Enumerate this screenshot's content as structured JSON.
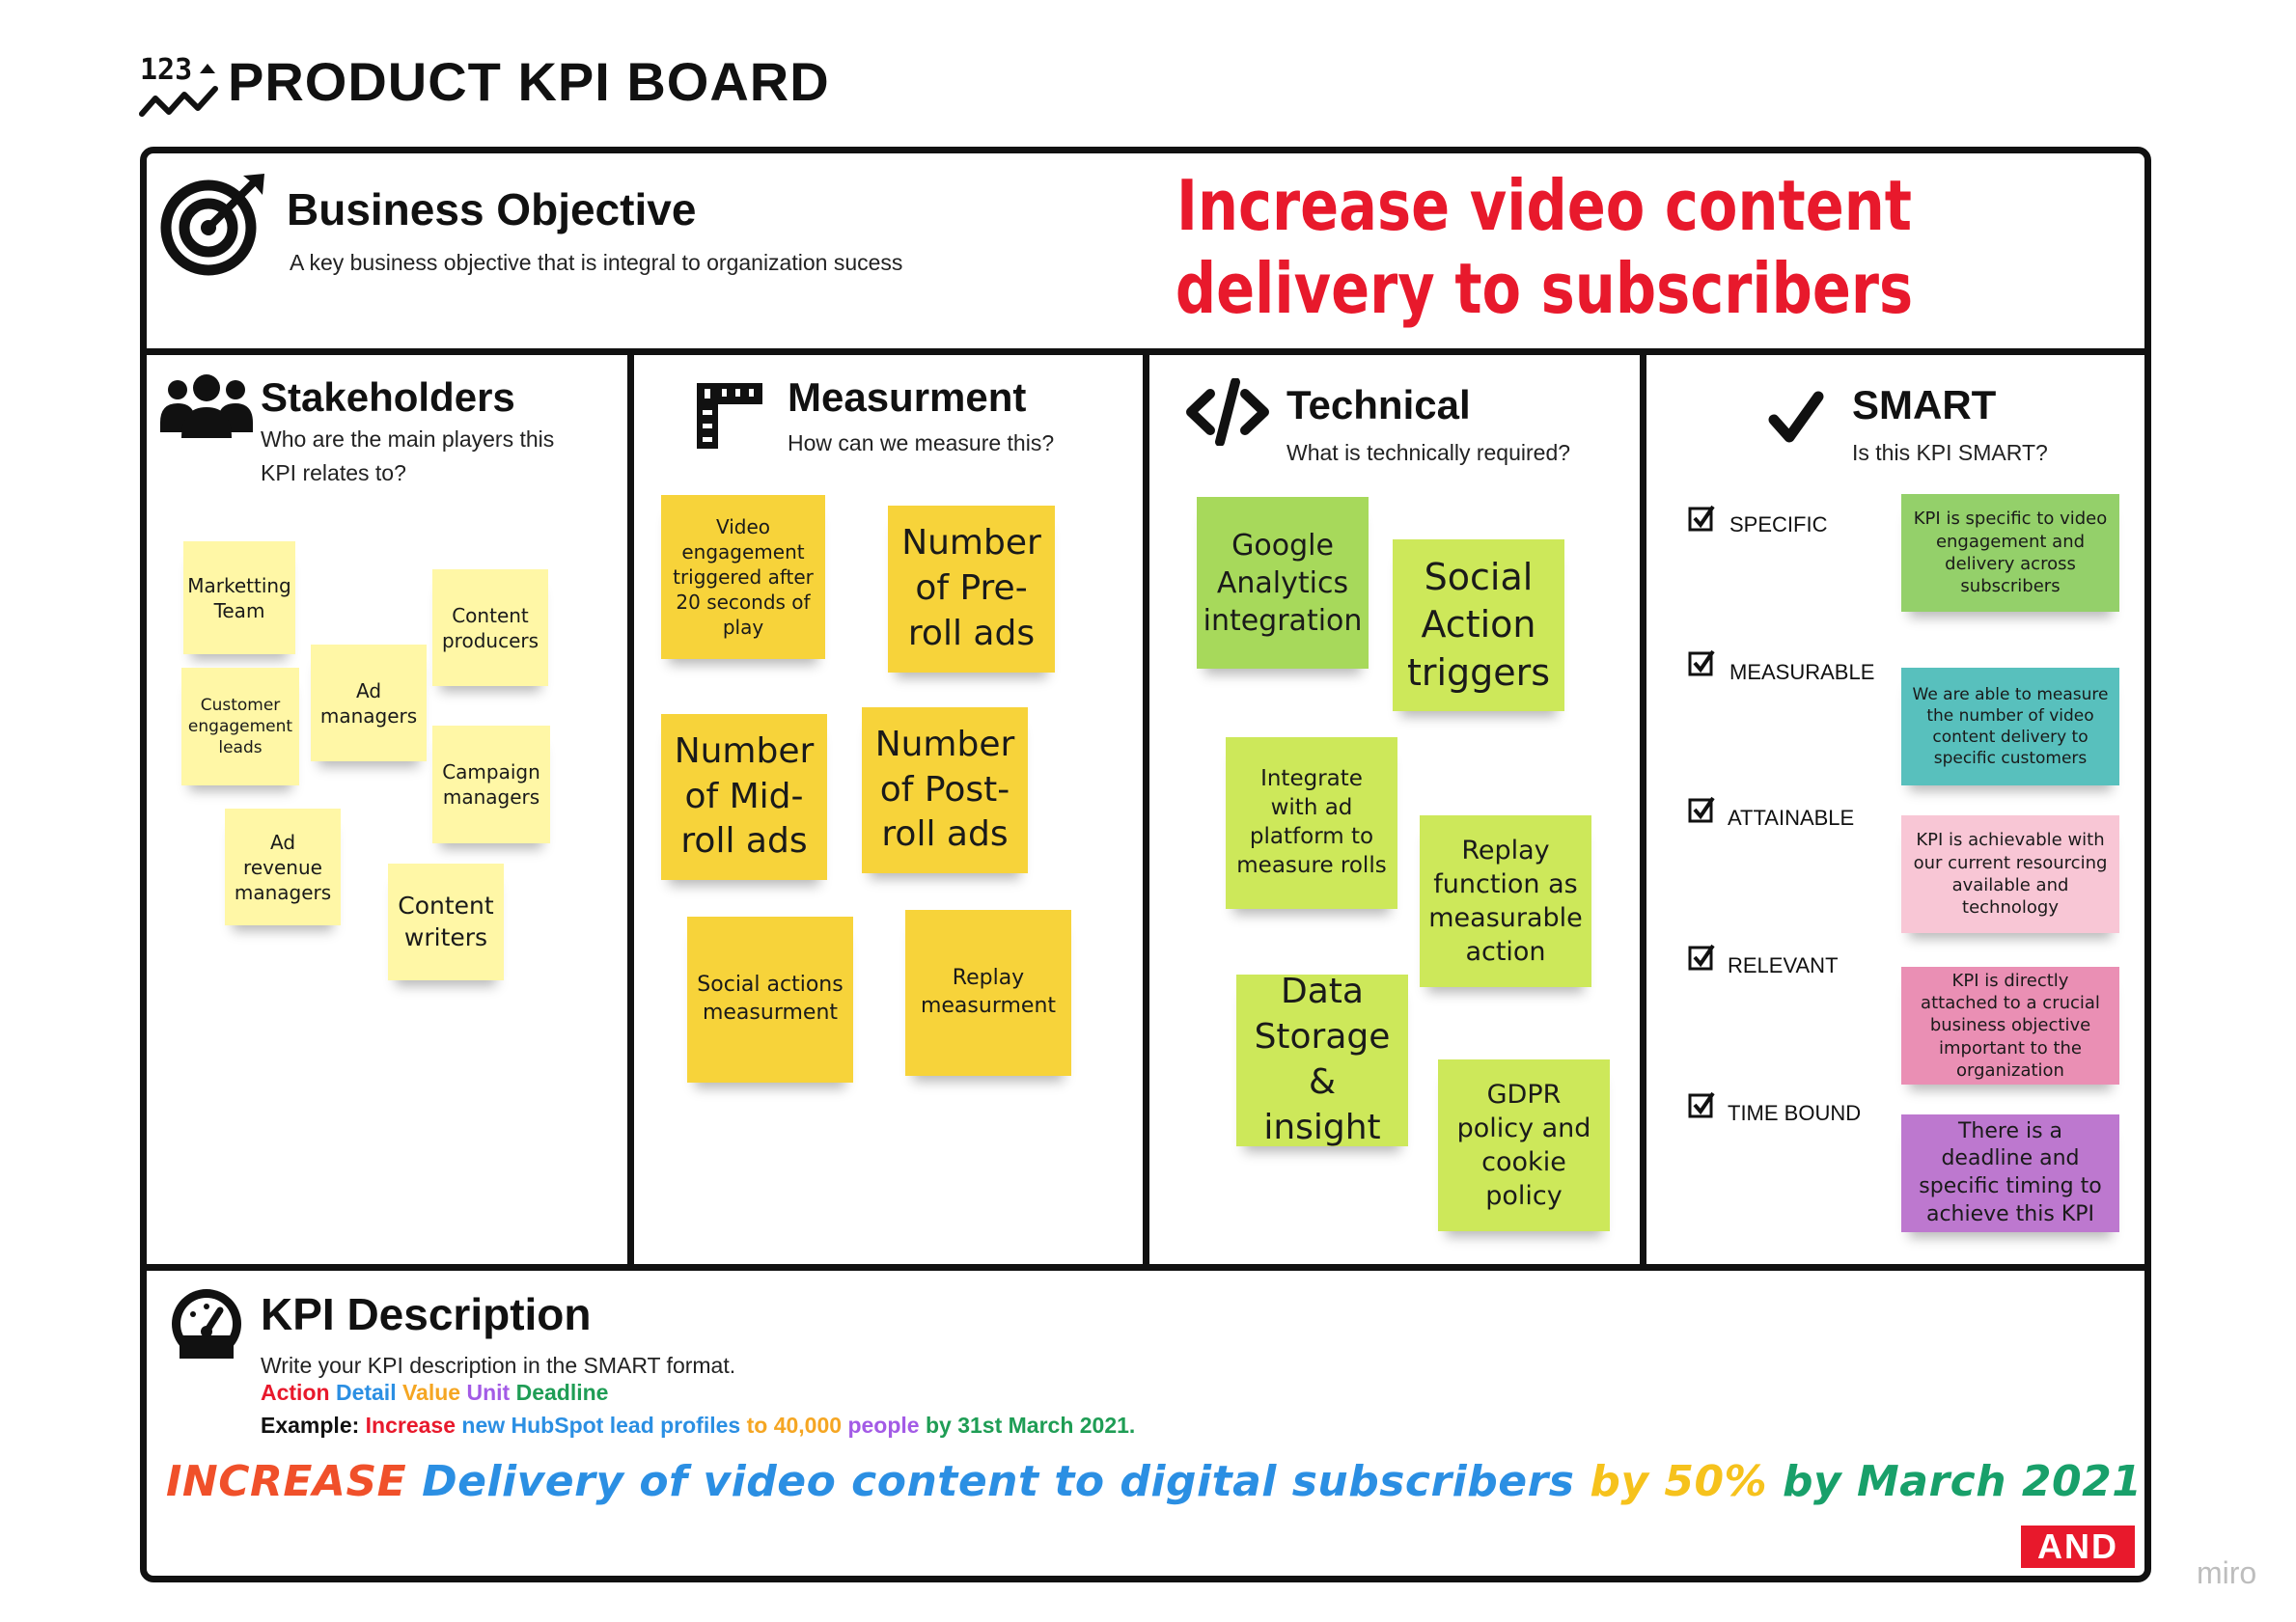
{
  "header": {
    "title": "PRODUCT KPI BOARD",
    "icon_text": "123"
  },
  "objective": {
    "title": "Business Objective",
    "subtitle": "A key business objective  that is integral to organization sucess",
    "statement": "Increase video content delivery to subscribers"
  },
  "stakeholders": {
    "title": "Stakeholders",
    "subtitle_line1": "Who are the main players this",
    "subtitle_line2": "KPI relates to?",
    "notes": [
      "Marketting Team",
      "Content producers",
      "Customer engagement leads",
      "Ad managers",
      "Campaign managers",
      "Ad revenue managers",
      "Content writers"
    ]
  },
  "measurement": {
    "title": "Measurment",
    "subtitle": "How can we measure this?",
    "notes": [
      "Video engagement triggered after 20 seconds of play",
      "Number of Pre-roll ads",
      "Number of Mid-roll ads",
      "Number of Post-roll ads",
      "Social actions measurment",
      "Replay measurment"
    ]
  },
  "technical": {
    "title": "Technical",
    "subtitle": "What is technically required?",
    "notes": [
      "Google Analytics integration",
      "Social Action triggers",
      "Integrate with ad platform to measure rolls",
      "Replay function as measurable action",
      "Data Storage & insight",
      "GDPR policy and cookie policy"
    ]
  },
  "smart": {
    "title": "SMART",
    "subtitle": "Is this KPI SMART?",
    "criteria": [
      {
        "label": "SPECIFIC",
        "note": "KPI is specific to video engagement and delivery across subscribers"
      },
      {
        "label": "MEASURABLE",
        "note": "We are able to measure the number of video content delivery to specific customers"
      },
      {
        "label": "ATTAINABLE",
        "note": "KPI is achievable with our current resourcing available and technology"
      },
      {
        "label": "RELEVANT",
        "note": "KPI is directly attached to a crucial business objective important to the organization"
      },
      {
        "label": "TIME BOUND",
        "note": "There is a deadline and specific timing to achieve this KPI"
      }
    ]
  },
  "kpi": {
    "title": "KPI Description",
    "subtitle": "Write your KPI description in the SMART format.",
    "legend": {
      "action": "Action",
      "detail": "Detail",
      "value": "Value",
      "unit": "Unit",
      "deadline": "Deadline"
    },
    "example": {
      "label": "Example:",
      "action": "Increase",
      "detail": "new HubSpot lead profiles",
      "value": "to 40,000",
      "unit": "people",
      "deadline": "by 31st March 2021."
    },
    "final": {
      "action": "INCREASE",
      "detail": "Delivery of video content to digital subscribers",
      "value": "by 50%",
      "deadline": "by March 2021"
    }
  },
  "brand": {
    "badge": "AND",
    "watermark": "miro"
  },
  "colors": {
    "action": "#e8192c",
    "detail": "#2b8fe3",
    "value": "#f5a623",
    "unit": "#a35be6",
    "deadline": "#1f9d55",
    "final_action": "#f0502a",
    "final_detail": "#2b8fe3",
    "final_value": "#f6c21c",
    "final_deadline": "#18a06a"
  }
}
